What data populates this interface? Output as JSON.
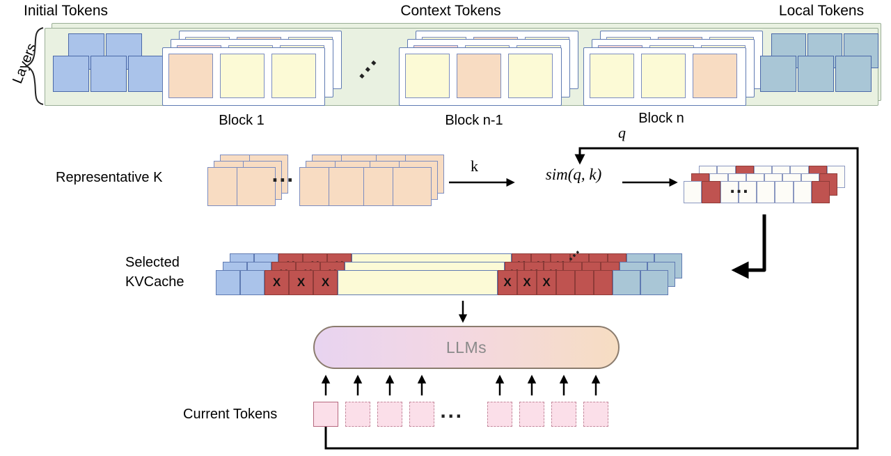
{
  "labels": {
    "initial_tokens": "Initial Tokens",
    "context_tokens": "Context Tokens",
    "local_tokens": "Local Tokens",
    "layers": "Layers",
    "block_1": "Block 1",
    "block_n1": "Block n-1",
    "block_n": "Block n",
    "representative_k": "Representative K",
    "k": "k",
    "q": "q",
    "sim": "sim(q, k)",
    "selected_line1": "Selected",
    "selected_line2": "KVCache",
    "x_mark": "X",
    "llms": "LLMs",
    "current_tokens": "Current Tokens",
    "dots": "...",
    "diag_dots": "..."
  },
  "colors": {
    "initial_blue": "#aac3ea",
    "context_cream": "#fcfad6",
    "context_peach": "#f8dcc2",
    "context_pink": "#f8d7d5",
    "local_teal": "#a9c6d6",
    "selected_red": "#bf5350",
    "current_pink": "#fbdfe9",
    "container_green": "#e9f1e1",
    "llm_gradient_left": "#e8d4f0",
    "llm_gradient_right": "#f6ddc2"
  }
}
